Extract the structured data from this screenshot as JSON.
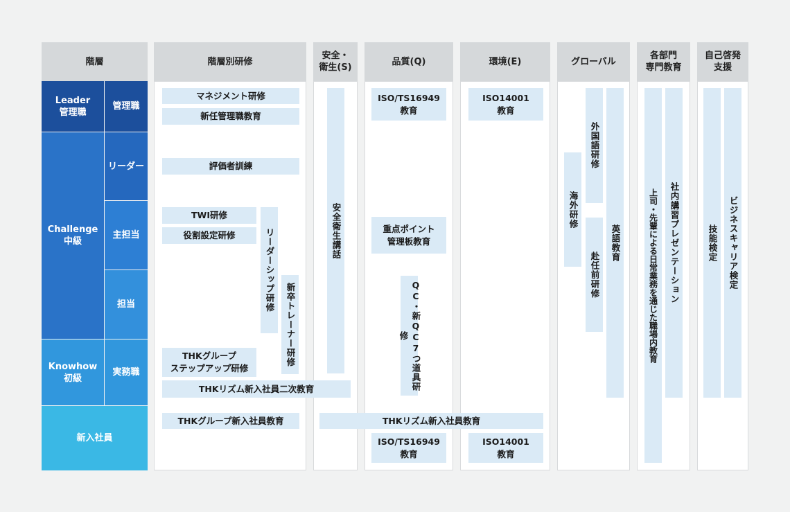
{
  "headers": {
    "hierarchy": "階層",
    "by_level": "階層別研修",
    "safety": "安全・\n衛生(S)",
    "quality": "品質(Q)",
    "environment": "環境(E)",
    "global": "グローバル",
    "departments": "各部門\n専門教育",
    "self_dev": "自己啓発\n支援"
  },
  "levels": {
    "leader": "Leader\n管理職",
    "challenge": "Challenge\n中級",
    "knowhow": "Knowhow\n初級",
    "newhire": "新入社員",
    "manager": "管理職",
    "leader_sub": "リーダー",
    "chief": "主担当",
    "staff": "担当",
    "practitioner": "実務職"
  },
  "programs": {
    "management": "マネジメント研修",
    "new_manager": "新任管理職教育",
    "evaluator": "評価者訓練",
    "twi": "TWI研修",
    "role_setting": "役割設定研修",
    "leadership": "リーダーシップ研修",
    "trainer": "新卒トレーナー研修",
    "stepup": "THKグループ\nステップアップ研修",
    "rhythm_second": "THKリズム新入社員二次教育",
    "group_newhire": "THKグループ新入社員教育",
    "safety_course": "安全衛生講話",
    "iso_ts_top": "ISO/TS16949\n教育",
    "key_point": "重点ポイント\n管理板教育",
    "qc_tools": "QC・新QC7つ道具研修",
    "rhythm_newhire": "THKリズム新入社員教育",
    "iso_ts_bottom": "ISO/TS16949\n教育",
    "iso14001_top": "ISO14001\n教育",
    "iso14001_bottom": "ISO14001\n教育",
    "overseas": "海外研修",
    "foreign_lang": "外国語研修",
    "pre_assignment": "赴任前研修",
    "english": "英語教育",
    "ojt": "上司・先輩による日常業務を通じた職場内教育",
    "internal_presentation": "社内講習プレゼンテーション",
    "skill_test": "技能検定",
    "business_career": "ビジネスキャリア検定"
  },
  "colors": {
    "leader": "#1c4f9c",
    "challenge": "#2a73c8",
    "chief": "#2d7fd4",
    "staff": "#3390dc",
    "knowhow": "#3197dd",
    "newhire": "#3ab8e5",
    "box": "#daeaf6"
  }
}
